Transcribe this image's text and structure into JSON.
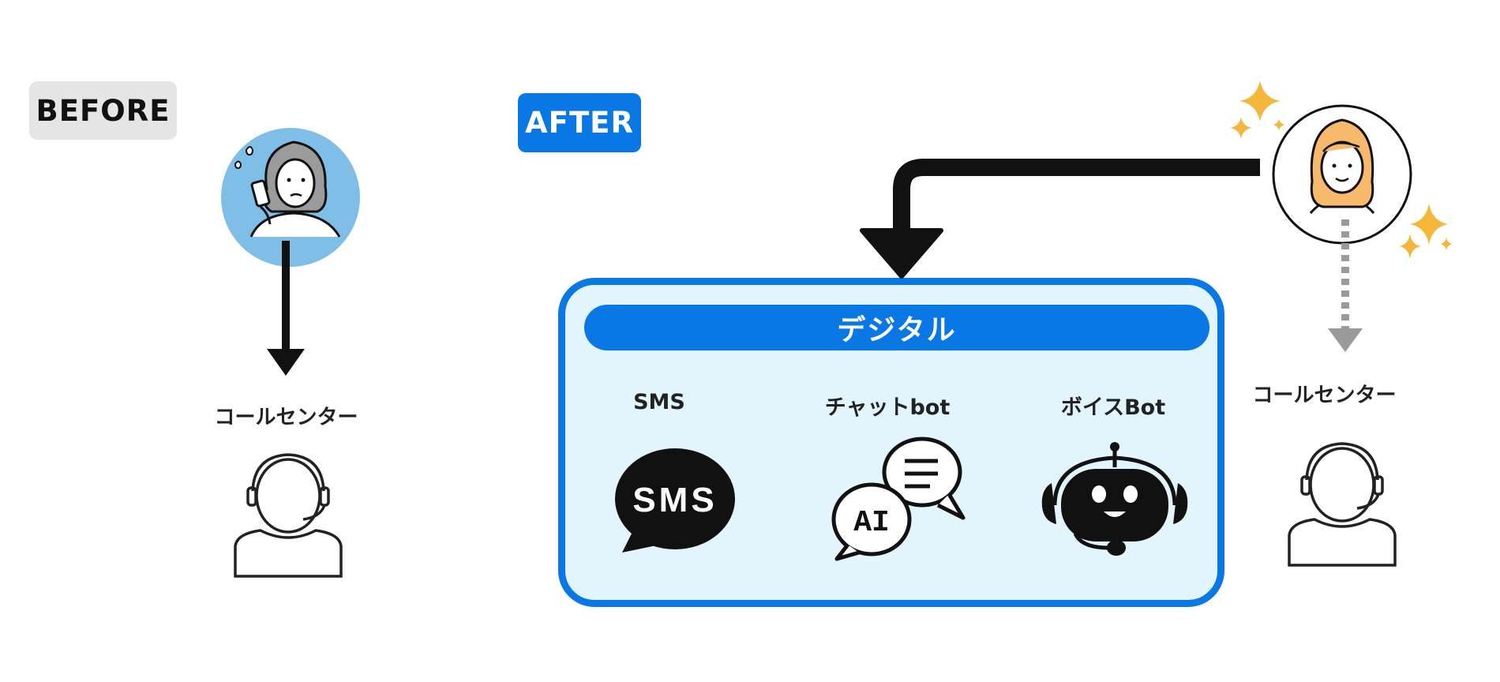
{
  "before": {
    "badge": "BEFORE",
    "call_center_label": "コールセンター"
  },
  "after": {
    "badge": "AFTER",
    "digital_title": "デジタル",
    "channels": [
      {
        "label": "SMS",
        "icon": "sms-bubble-icon",
        "icon_text": "SMS"
      },
      {
        "label": "チャットbot",
        "icon": "ai-chat-icon",
        "icon_text": "AI"
      },
      {
        "label": "ボイスBot",
        "icon": "robot-headset-icon"
      }
    ],
    "call_center_label": "コールセンター"
  },
  "colors": {
    "accent": "#0a78e4",
    "panel_fill": "#e3f5fc",
    "worried_circle": "#7fbfe7",
    "sparkle": "#f5b73b",
    "dotted_arrow": "#9a9a9a",
    "before_badge": "#e5e5e5"
  }
}
